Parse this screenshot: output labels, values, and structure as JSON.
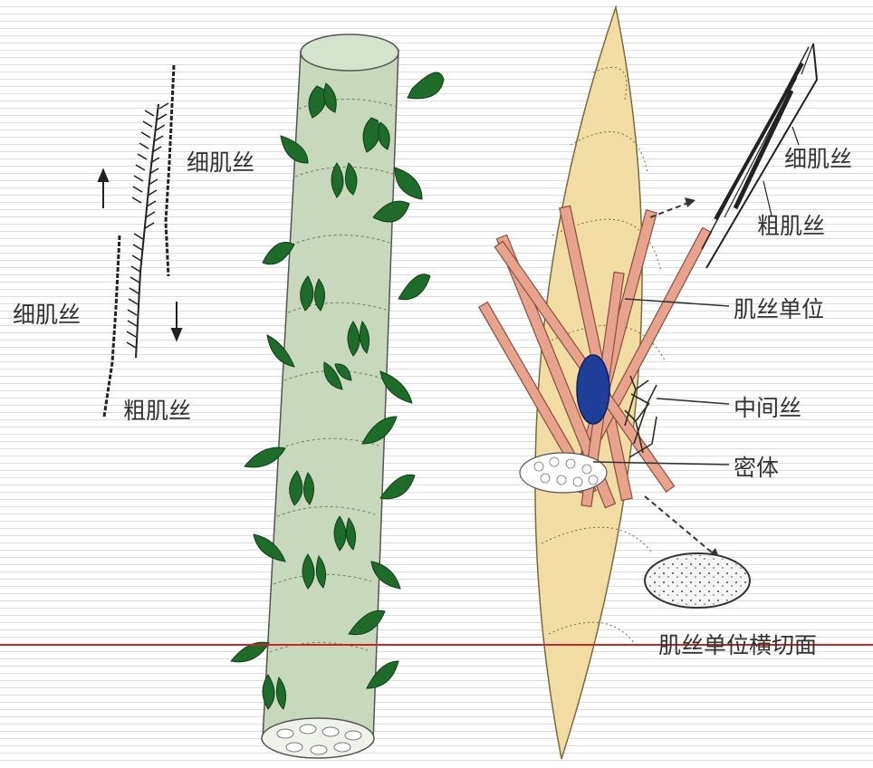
{
  "labels": {
    "thin_filament_left_top": "细肌丝",
    "thin_filament_left_mid": "细肌丝",
    "thick_filament_left": "粗肌丝",
    "thin_filament_right": "细肌丝",
    "thick_filament_right": "粗肌丝",
    "myofilament_unit": "肌丝单位",
    "intermediate_filament": "中间丝",
    "dense_body": "密体",
    "myofilament_unit_cross_section": "肌丝单位横切面"
  },
  "colors": {
    "fiber_green": "#c8d8bc",
    "leaf_green": "#1e6b2a",
    "spindle_tan": "#f1dca4",
    "filament_pink": "#e8a38c",
    "nucleus_blue": "#1f3f9a",
    "accent_red": "#c62828"
  }
}
